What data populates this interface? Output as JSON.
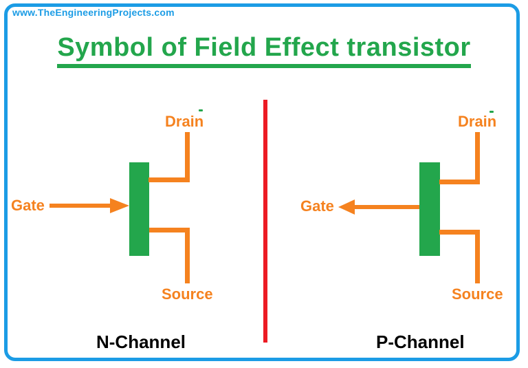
{
  "watermark": "www.TheEngineeringProjects.com",
  "title": "Symbol of Field Effect transistor",
  "fets": {
    "n": {
      "drain_label": "Drain",
      "gate_label": "Gate",
      "source_label": "Source",
      "channel_label": "N-Channel",
      "gate_arrow_direction": "right-into-channel"
    },
    "p": {
      "drain_label": "Drain",
      "gate_label": "Gate",
      "source_label": "Source",
      "channel_label": "P-Channel",
      "gate_arrow_direction": "left-out-of-channel"
    }
  },
  "colors": {
    "frame_and_watermark_blue": "#1b9ce5",
    "title_and_channel_bar_green": "#23a64c",
    "wire_and_terminal_label_orange": "#f5821f",
    "divider_red": "#ec1b24",
    "channel_name_black": "#000000"
  }
}
